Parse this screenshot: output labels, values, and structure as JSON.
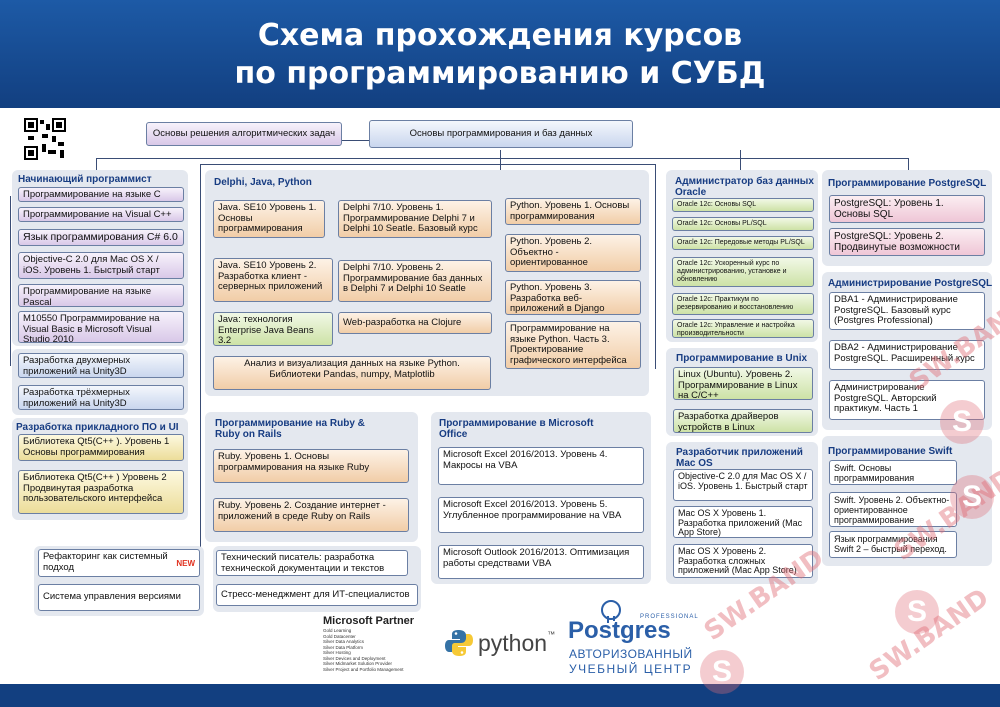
{
  "header": {
    "title_line1": "Схема прохождения курсов",
    "title_line2": "по программированию и СУБД"
  },
  "top": {
    "algorithms": "Основы решения алгоритмических задач",
    "basics": "Основы программирования и баз данных"
  },
  "beginner": {
    "title": "Начинающий программист",
    "items": [
      "Программирование на языке С (Си)",
      "Программирование на Visual C++",
      "Язык программирования C# 6.0",
      "Objective-C 2.0 для Mac OS X / iOS. Уровень 1. Быстрый старт",
      "Программирование на языке Pascal",
      "M10550 Программирование на Visual Basic в Microsoft Visual Studio 2010"
    ]
  },
  "unity": {
    "items": [
      "Разработка двухмерных приложений на Unity3D",
      "Разработка трёхмерных приложений на Unity3D"
    ]
  },
  "applied": {
    "title": "Разработка прикладного ПО и UI",
    "items": [
      "Библиотека Qt5(C++ ). Уровень 1 Основы программирования",
      "Библиотека Qt5(C++ ) Уровень 2 Продвинутая разработка пользовательского интерфейса"
    ]
  },
  "misc_left": {
    "refactoring": "Рефакторинг как системный подход",
    "new_badge": "NEW",
    "git": "Система управления версиями Git"
  },
  "delphi": {
    "title": "Delphi, Java, Python",
    "java1": "Java. SE10 Уровень 1. Основы программирования",
    "java2": "Java. SE10 Уровень 2. Разработка клиент - серверных приложений",
    "java3": "Java: технология Enterprise Java Beans 3.2",
    "delphi1": "Delphi 7/10. Уровень 1. Программирование Delphi 7 и Delphi 10 Seatle. Базовый курс",
    "delphi2": "Delphi 7/10. Уровень 2. Программирование баз данных в Delphi 7 и Delphi 10 Seatle",
    "clojure": "Web-разработка на Clojure",
    "py1": "Python. Уровень 1. Основы программирования",
    "py2": "Python. Уровень 2. Объектно - ориентированное программирование",
    "py3": "Python. Уровень 3. Разработка веб-приложений в Django",
    "py_gui": "Программирование на языке Python. Часть 3. Проектирование графического интерфейса пользователя",
    "analysis": "Анализ и визуализация данных на языке Python. Библиотеки Pandas, numpy, Matplotlib"
  },
  "ruby": {
    "title": "Программирование на Ruby & Ruby on Rails",
    "r1": "Ruby. Уровень 1. Основы программирования на языке Ruby",
    "r2": "Ruby. Уровень 2. Создание интернет - приложений в среде Ruby on Rails"
  },
  "office": {
    "title": "Программирование в Microsoft Office",
    "o1": "Microsoft Excel 2016/2013. Уровень 4. Макросы на VBA",
    "o2": "Microsoft Excel 2016/2013. Уровень 5. Углубленное программирование на VBA",
    "o3": "Microsoft Outlook 2016/2013. Оптимизация работы средствами VBA"
  },
  "misc_center": {
    "tech_writer": "Технический писатель: разработка технической документации и текстов",
    "stress": "Стресс-менеджмент для ИТ-специалистов"
  },
  "oracle": {
    "title": "Администратор баз данных Oracle",
    "items": [
      "Oracle 12c: Основы SQL",
      "Oracle 12c: Основы PL/SQL",
      "Oracle 12c: Передовые методы PL/SQL",
      "Oracle 12c: Ускоренный курс по администрированию, установке и обновлению",
      "Oracle 12c: Практикум по резервированию и восстановлению",
      "Oracle 12c: Управление и настройка производительности"
    ]
  },
  "unix": {
    "title": "Программирование в Unix",
    "u1": "Linux (Ubuntu). Уровень 2. Программирование в Linux на C/C++",
    "u2": "Разработка драйверов устройств в Linux"
  },
  "mac": {
    "title": "Разработчик приложений Mac OS",
    "items": [
      "Objective-C 2.0 для Mac OS X / iOS. Уровень 1. Быстрый старт",
      "Mac OS X Уровень 1. Разработка приложений (Mac App Store)",
      "Mac OS X Уровень 2. Разработка сложных приложений (Mac App Store)"
    ]
  },
  "pg_prog": {
    "title": "Программирование PostgreSQL",
    "p1": "PostgreSQL: Уровень 1. Основы SQL",
    "p2": "PostgreSQL: Уровень 2. Продвинутые возможности"
  },
  "pg_admin": {
    "title": "Администрирование PostgreSQL",
    "a1": "DBA1 - Администрирование PostgreSQL. Базовый курс (Postgres Professional)",
    "a2": "DBA2 - Администрирование PostgreSQL. Расширенный курс",
    "a3": "Администрирование PostgreSQL. Авторский практикум. Часть 1"
  },
  "swift": {
    "title": "Программирование Swift",
    "items": [
      "Swift. Основы программирования",
      "Swift. Уровень 2. Объектно-ориентированное программирование",
      "Язык программирования Swift 2 – быстрый переход."
    ]
  },
  "partners": {
    "ms_title": "Microsoft Partner",
    "ms_levels": [
      "Gold Learning",
      "Gold Datacenter",
      "Silver Data Analytics",
      "Silver Data Platform",
      "Silver Hosting",
      "Silver Devices and Deployment",
      "Silver Midmarket Solution Provider",
      "Silver Project and Portfolio Management"
    ],
    "python": "python",
    "python_tm": "™",
    "postgres_small": "PROFESSIONAL",
    "postgres": "Postgres",
    "auth1": "АВТОРИЗОВАННЫЙ",
    "auth2": "УЧЕБНЫЙ ЦЕНТР"
  },
  "watermark": {
    "text": "SW.BAND",
    "glyph": "S"
  },
  "colors": {
    "header": "#1d5aa6",
    "panel": "#e4e8ef",
    "title": "#173c82",
    "new_badge": "#e0301e"
  },
  "icons": [
    "qr-code-icon",
    "python-logo-icon",
    "postgres-elephant-icon"
  ]
}
